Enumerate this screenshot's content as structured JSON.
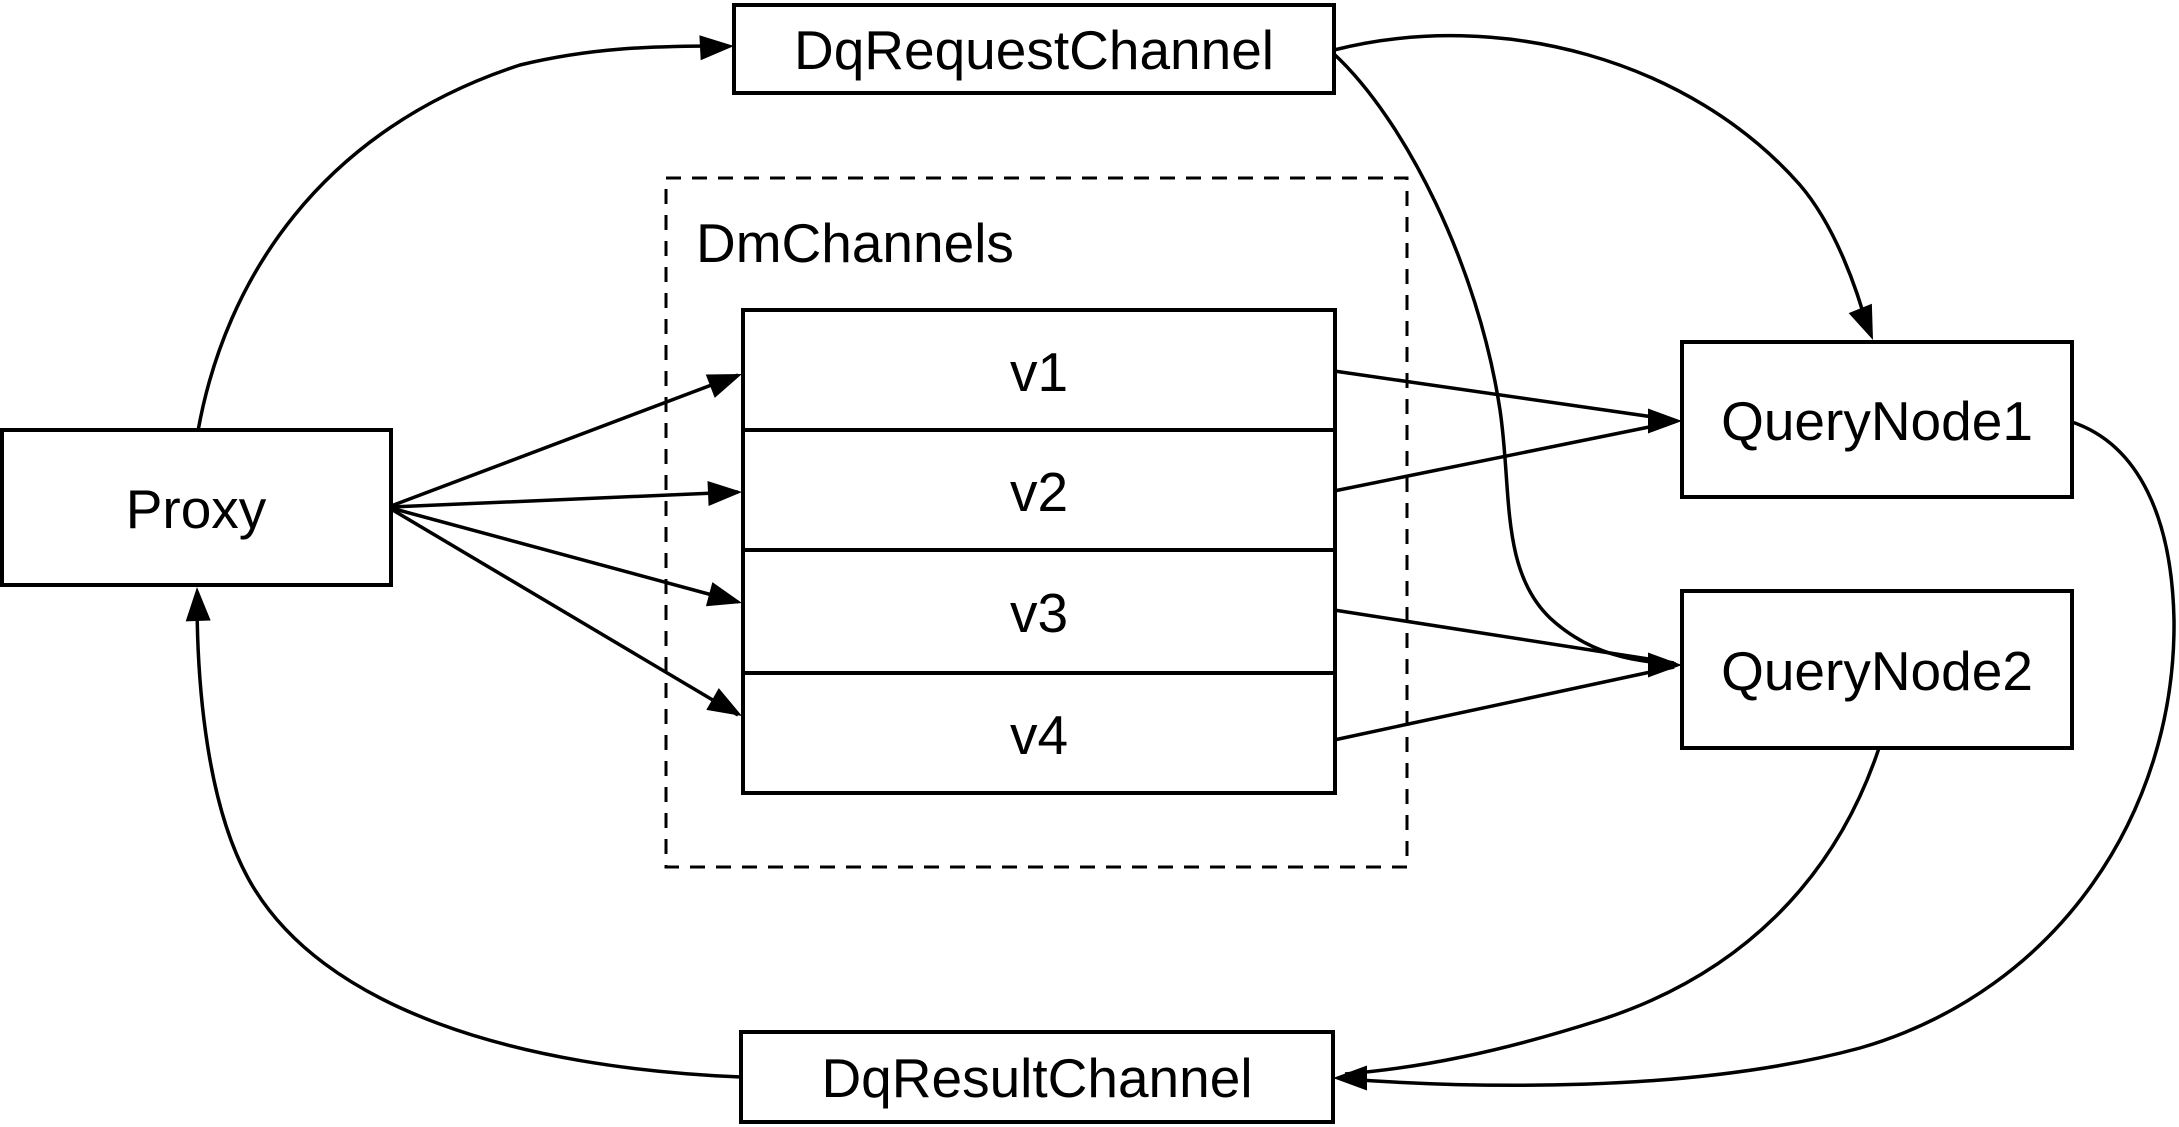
{
  "diagram": {
    "title": "Proxy query channel flow diagram",
    "nodes": {
      "dq_request_channel": "DqRequestChannel",
      "proxy": "Proxy",
      "dm_channels": "DmChannels",
      "v1": "v1",
      "v2": "v2",
      "v3": "v3",
      "v4": "v4",
      "query_node1": "QueryNode1",
      "query_node2": "QueryNode2",
      "dq_result_channel": "DqResultChannel"
    },
    "edges": [
      {
        "from": "Proxy",
        "to": "DqRequestChannel"
      },
      {
        "from": "Proxy",
        "to": "v1"
      },
      {
        "from": "Proxy",
        "to": "v2"
      },
      {
        "from": "Proxy",
        "to": "v3"
      },
      {
        "from": "Proxy",
        "to": "v4"
      },
      {
        "from": "DqRequestChannel",
        "to": "QueryNode1"
      },
      {
        "from": "DqRequestChannel",
        "to": "QueryNode2"
      },
      {
        "from": "v1",
        "to": "QueryNode1"
      },
      {
        "from": "v2",
        "to": "QueryNode1"
      },
      {
        "from": "v3",
        "to": "QueryNode2"
      },
      {
        "from": "v4",
        "to": "QueryNode2"
      },
      {
        "from": "QueryNode1",
        "to": "DqResultChannel"
      },
      {
        "from": "QueryNode2",
        "to": "DqResultChannel"
      },
      {
        "from": "DqResultChannel",
        "to": "Proxy"
      }
    ],
    "colors": {
      "stroke": "#000000",
      "fill": "#ffffff",
      "background": "#ffffff"
    }
  }
}
